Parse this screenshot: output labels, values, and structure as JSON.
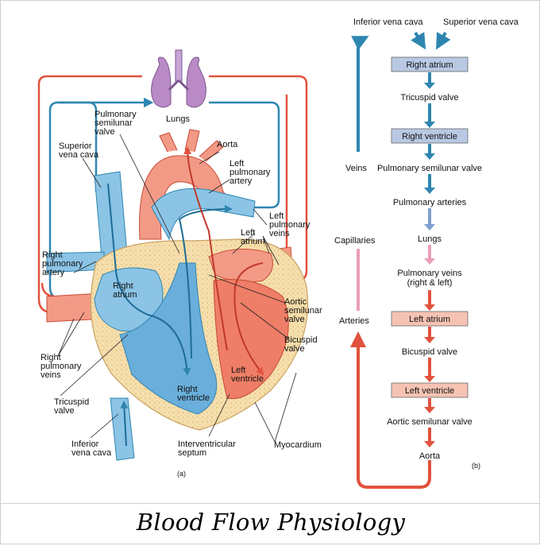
{
  "diagram_a": {
    "labels": {
      "lungs": "Lungs",
      "pulmonary_semilunar_valve": [
        "Pulmonary",
        "semilunar",
        "valve"
      ],
      "aorta": "Aorta",
      "superior_vena_cava": [
        "Superior",
        "vena cava"
      ],
      "left_pulmonary_artery": [
        "Left",
        "pulmonary",
        "artery"
      ],
      "left_pulmonary_veins": [
        "Left",
        "pulmonary",
        "veins"
      ],
      "left_atrium": [
        "Left",
        "atrium"
      ],
      "right_pulmonary_artery": [
        "Right",
        "pulmonary",
        "artery"
      ],
      "right_atrium": [
        "Right",
        "atrium"
      ],
      "aortic_semilunar_valve": [
        "Aortic",
        "semilunar",
        "valve"
      ],
      "bicuspid_valve": [
        "Bicuspid",
        "valve"
      ],
      "right_pulmonary_veins": [
        "Right",
        "pulmonary",
        "veins"
      ],
      "left_ventricle": [
        "Left",
        "ventricle"
      ],
      "right_ventricle": [
        "Right",
        "ventricle"
      ],
      "tricuspid_valve": [
        "Tricuspid",
        "valve"
      ],
      "inferior_vena_cava": [
        "Inferior",
        "vena cava"
      ],
      "interventricular_septum": [
        "Interventricular",
        "septum"
      ],
      "myocardium": "Myocardium"
    },
    "part_label": "(a)"
  },
  "diagram_b": {
    "top_labels": {
      "inferior": "Inferior vena cava",
      "superior": "Superior vena cava"
    },
    "steps": [
      {
        "text": "Right atrium",
        "boxed": true,
        "box_color": "#b9c9e3"
      },
      {
        "text": "Tricuspid valve",
        "boxed": false
      },
      {
        "text": "Right ventricle",
        "boxed": true,
        "box_color": "#b9c9e3"
      },
      {
        "text": "Pulmonary semilunar valve",
        "boxed": false
      },
      {
        "text": "Pulmonary arteries",
        "boxed": false
      },
      {
        "text": "Lungs",
        "boxed": false
      },
      {
        "text": [
          "Pulmonary veins",
          "(right & left)"
        ],
        "boxed": false
      },
      {
        "text": "Left atrium",
        "boxed": true,
        "box_color": "#f6c3b3"
      },
      {
        "text": "Bicuspid valve",
        "boxed": false
      },
      {
        "text": "Left ventricle",
        "boxed": true,
        "box_color": "#f6c3b3"
      },
      {
        "text": "Aortic semilunar valve",
        "boxed": false
      },
      {
        "text": "Aorta",
        "boxed": false
      }
    ],
    "side_labels": {
      "veins": "Veins",
      "capillaries": "Capillaries",
      "arteries": "Arteries"
    },
    "part_label": "(b)"
  },
  "colors": {
    "oxygen_poor": "#2e86b0",
    "oxygen_rich": "#e1523d",
    "light_blue": "#8cc4e6",
    "light_red": "#f39a86",
    "myocardium": "#f6dfae",
    "lung": "#b98ac6"
  },
  "caption": "Blood Flow Physiology"
}
